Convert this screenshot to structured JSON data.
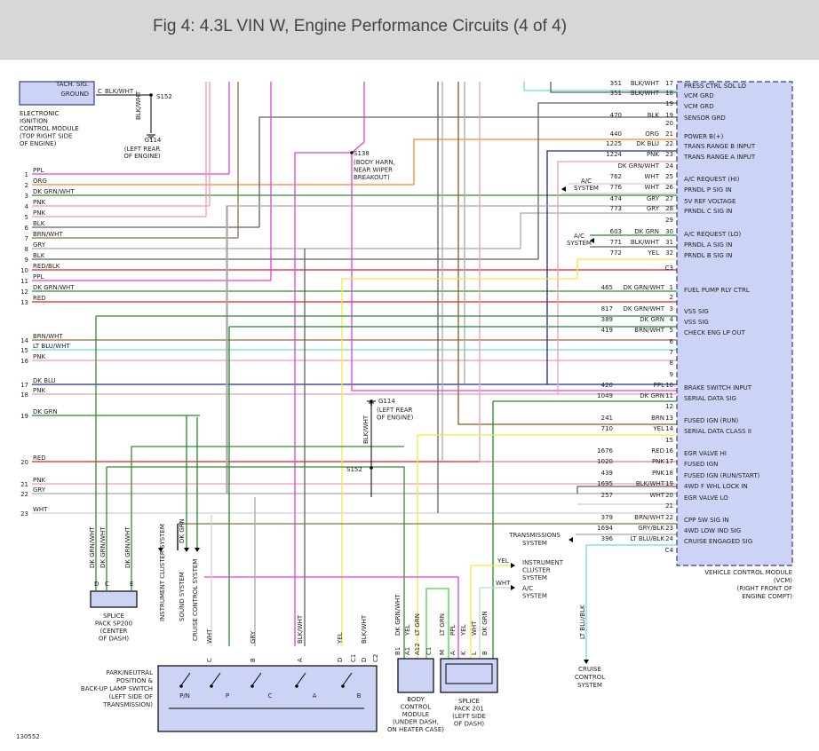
{
  "header": {
    "title": "Fig 4: 4.3L VIN W, Engine Performance Circuits (4 of 4)"
  },
  "figure_id": "130552",
  "colors": {
    "header_bg": "#d7d7d7",
    "module_fill": "#cdd3f4",
    "module_stroke": "#3b3b8f"
  },
  "icm": {
    "top_labels": [
      "TACH. SIG.",
      "GROUND"
    ],
    "ground_wire": "BLK/WHT",
    "ground_pin": "C",
    "splice": "S152",
    "vert_label": "BLK/WHT",
    "ground": "G114",
    "ground_note": [
      "(LEFT REAR",
      "OF ENGINE)"
    ],
    "name": [
      "ELECTRONIC",
      "IGNITION",
      "CONTROL MODULE",
      "(TOP RIGHT SIDE",
      "OF ENGINE)"
    ]
  },
  "s138": {
    "name": "S138",
    "note": [
      "(BODY HARN,",
      "NEAR WIPER",
      "BREAKOUT)"
    ]
  },
  "g114_mid": {
    "name": "G114",
    "note": [
      "(LEFT REAR",
      "OF ENGINE)"
    ],
    "vert_label": "BLK/WHT",
    "splice": "S152"
  },
  "left_wires": [
    {
      "n": "1",
      "c": "PPL"
    },
    {
      "n": "2",
      "c": "ORG"
    },
    {
      "n": "3",
      "c": "DK GRN/WHT"
    },
    {
      "n": "4",
      "c": "PNK"
    },
    {
      "n": "5",
      "c": "PNK"
    },
    {
      "n": "6",
      "c": "BLK"
    },
    {
      "n": "7",
      "c": "BRN/WHT"
    },
    {
      "n": "8",
      "c": "GRY"
    },
    {
      "n": "9",
      "c": "BLK"
    },
    {
      "n": "10",
      "c": "RED/BLK"
    },
    {
      "n": "11",
      "c": "PPL"
    },
    {
      "n": "12",
      "c": "DK GRN/WHT"
    },
    {
      "n": "13",
      "c": "RED"
    },
    {
      "n": "14",
      "c": "BRN/WHT"
    },
    {
      "n": "15",
      "c": "LT BLU/WHT"
    },
    {
      "n": "16",
      "c": "PNK"
    },
    {
      "n": "17",
      "c": "DK BLU"
    },
    {
      "n": "18",
      "c": "PNK"
    },
    {
      "n": "19",
      "c": "DK GRN"
    },
    {
      "n": "20",
      "c": "RED"
    },
    {
      "n": "21",
      "c": "PNK"
    },
    {
      "n": "22",
      "c": "GRY"
    },
    {
      "n": "23",
      "c": "WHT"
    }
  ],
  "vcm_c2": [
    {
      "ckt": "351",
      "c": "BLK/WHT",
      "pin": "17",
      "sig": "PRESS CTRL SOL LO"
    },
    {
      "ckt": "351",
      "c": "BLK/WHT",
      "pin": "18",
      "sig": "VCM GRD"
    },
    {
      "ckt": "",
      "c": "",
      "pin": "19",
      "sig": "VCM GRD"
    },
    {
      "ckt": "470",
      "c": "BLK",
      "pin": "19",
      "sig": "SENSOR GRD"
    },
    {
      "ckt": "",
      "c": "",
      "pin": "20",
      "sig": ""
    },
    {
      "ckt": "440",
      "c": "ORG",
      "pin": "21",
      "sig": "POWER B(+)"
    },
    {
      "ckt": "1225",
      "c": "DK BLU",
      "pin": "22",
      "sig": "TRANS RANGE B INPUT"
    },
    {
      "ckt": "1224",
      "c": "PNK",
      "pin": "23",
      "sig": "TRANS RANGE A INPUT"
    },
    {
      "ckt": "",
      "c": "DK GRN/WHT",
      "pin": "24",
      "sig": ""
    },
    {
      "ckt": "762",
      "c": "WHT",
      "pin": "25",
      "sig": "A/C REQUEST (HI)"
    },
    {
      "ckt": "776",
      "c": "WHT",
      "pin": "26",
      "sig": "PRNDL P SIG IN"
    },
    {
      "ckt": "474",
      "c": "GRY",
      "pin": "27",
      "sig": "5V REF VOLTAGE"
    },
    {
      "ckt": "773",
      "c": "GRY",
      "pin": "28",
      "sig": "PRNDL C SIG IN"
    },
    {
      "ckt": "",
      "c": "",
      "pin": "29",
      "sig": ""
    },
    {
      "ckt": "603",
      "c": "DK GRN",
      "pin": "30",
      "sig": "A/C REQUEST (LO)"
    },
    {
      "ckt": "771",
      "c": "BLK/WHT",
      "pin": "31",
      "sig": "PRNDL A SIG IN"
    },
    {
      "ckt": "772",
      "c": "YEL",
      "pin": "32",
      "sig": "PRNDL B SIG IN"
    }
  ],
  "vcm_c3": [
    {
      "ckt": "465",
      "c": "DK GRN/WHT",
      "pin": "1",
      "sig": "FUEL PUMP RLY CTRL"
    },
    {
      "ckt": "",
      "c": "",
      "pin": "2",
      "sig": ""
    },
    {
      "ckt": "817",
      "c": "DK GRN/WHT",
      "pin": "3",
      "sig": "VSS SIG"
    },
    {
      "ckt": "389",
      "c": "DK GRN",
      "pin": "4",
      "sig": "VSS SIG"
    },
    {
      "ckt": "419",
      "c": "BRN/WHT",
      "pin": "5",
      "sig": "CHECK ENG LP OUT"
    },
    {
      "ckt": "",
      "c": "",
      "pin": "6",
      "sig": ""
    },
    {
      "ckt": "",
      "c": "",
      "pin": "7",
      "sig": ""
    },
    {
      "ckt": "",
      "c": "",
      "pin": "8",
      "sig": ""
    },
    {
      "ckt": "",
      "c": "",
      "pin": "9",
      "sig": ""
    },
    {
      "ckt": "420",
      "c": "PPL",
      "pin": "10",
      "sig": "BRAKE SWITCH INPUT"
    },
    {
      "ckt": "1049",
      "c": "DK GRN",
      "pin": "11",
      "sig": "SERIAL DATA SIG"
    },
    {
      "ckt": "",
      "c": "",
      "pin": "12",
      "sig": ""
    },
    {
      "ckt": "241",
      "c": "BRN",
      "pin": "13",
      "sig": "FUSED IGN (RUN)"
    },
    {
      "ckt": "710",
      "c": "YEL",
      "pin": "14",
      "sig": "SERIAL DATA CLASS II"
    },
    {
      "ckt": "",
      "c": "",
      "pin": "15",
      "sig": ""
    },
    {
      "ckt": "1676",
      "c": "RED",
      "pin": "16",
      "sig": "EGR VALVE HI"
    },
    {
      "ckt": "1020",
      "c": "PNK",
      "pin": "17",
      "sig": "FUSED IGN"
    },
    {
      "ckt": "439",
      "c": "PNK",
      "pin": "18",
      "sig": "FUSED IGN (RUN/START)"
    },
    {
      "ckt": "1695",
      "c": "BLK/WHT",
      "pin": "19",
      "sig": "4WD F WHL LOCK IN"
    },
    {
      "ckt": "257",
      "c": "WHT",
      "pin": "20",
      "sig": "EGR VALVE LO"
    },
    {
      "ckt": "",
      "c": "",
      "pin": "21",
      "sig": ""
    },
    {
      "ckt": "379",
      "c": "BRN/WHT",
      "pin": "22",
      "sig": "CPP SW SIG IN"
    },
    {
      "ckt": "1694",
      "c": "GRY/BLK",
      "pin": "23",
      "sig": "4WD LOW IND SIG"
    },
    {
      "ckt": "396",
      "c": "LT BLU/BLK",
      "pin": "24",
      "sig": "CRUISE ENGAGED SIG"
    }
  ],
  "connectors": {
    "c3": "C3",
    "c4": "C4"
  },
  "ac_system": [
    "A/C",
    "SYSTEM"
  ],
  "transmissions_system": [
    "TRANSMISSIONS",
    "SYSTEM"
  ],
  "vcm_name": [
    "VEHICLE CONTROL MODULE",
    "(VCM)",
    "(RIGHT FRONT OF",
    "ENGINE COMPT)"
  ],
  "instrument_cluster": {
    "wire": "YEL",
    "name": [
      "INSTRUMENT",
      "CLUSTER",
      "SYSTEM"
    ]
  },
  "ac_system2": {
    "wire": "WHT",
    "name": [
      "A/C",
      "SYSTEM"
    ]
  },
  "sp200": {
    "wires": [
      "DK GRN/WHT",
      "DK GRN/WHT",
      "DK GRN/WHT"
    ],
    "pins": [
      "D",
      "C",
      "E"
    ],
    "name": [
      "SPLICE",
      "PACK SP200",
      "(CENTER",
      "OF DASH)"
    ]
  },
  "sys_arrows": [
    {
      "label": "INSTRUMENT CLUSTER SYSTEM"
    },
    {
      "label": "SOUND SYSTEM",
      "wire": "DK GRN"
    },
    {
      "label": "CRUISE CONTROL SYSTEM"
    }
  ],
  "switch_pins": [
    {
      "pin": "C",
      "c": "WHT"
    },
    {
      "pin": "B",
      "c": "GRY"
    },
    {
      "pin": "A",
      "c": "BLK/WHT"
    },
    {
      "pin": "D",
      "c": "YEL"
    },
    {
      "pin": "C1",
      "c": ""
    },
    {
      "pin": "D",
      "c": "BLK/WHT"
    },
    {
      "pin": "C2",
      "c": ""
    }
  ],
  "switch_positions": [
    "P/N",
    "P",
    "C",
    "A",
    "B"
  ],
  "switch_name": [
    "PARK/NEUTRAL",
    "POSITION &",
    "BACK-UP LAMP SWITCH",
    "(LEFT SIDE OF",
    "TRANSMISSION)"
  ],
  "bcm_pins": [
    {
      "pin": "B1",
      "c": "DK GRN/WHT"
    },
    {
      "pin": "A1",
      "c": "YEL"
    },
    {
      "pin": "A12",
      "c": "LT GRN"
    },
    {
      "pin": "C1",
      "c": ""
    }
  ],
  "bcm_name": [
    "BODY",
    "CONTROL",
    "MODULE",
    "(UNDER DASH,",
    "ON HEATER CASE)"
  ],
  "sp201_pins": [
    {
      "pin": "M",
      "c": "LT GRN"
    },
    {
      "pin": "A",
      "c": "PPL"
    },
    {
      "pin": "K",
      "c": "YEL"
    },
    {
      "pin": "L",
      "c": "WHT"
    },
    {
      "pin": "B",
      "c": "DK GRN"
    }
  ],
  "sp201_name": [
    "SPLICE",
    "PACK 201",
    "(LEFT SIDE",
    "OF DASH)"
  ],
  "cruise": {
    "wire": "LT BLU/BLK",
    "name": [
      "CRUISE",
      "CONTROL",
      "SYSTEM"
    ]
  }
}
